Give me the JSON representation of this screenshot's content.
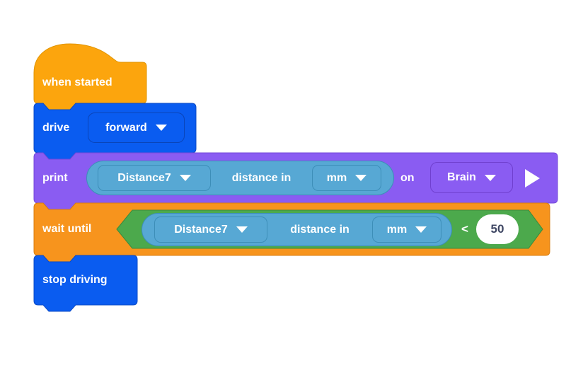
{
  "workspace": {
    "background": "#ffffff"
  },
  "palette": {
    "event_fill": "#FCA50D",
    "event_stroke": "#E09400",
    "drivetrain_fill": "#0A5CF0",
    "drivetrain_stroke": "#0A4AC6",
    "drivetrain_field_stroke": "#0A44B8",
    "looks_fill": "#8A5CF2",
    "looks_stroke": "#7448D8",
    "control_fill": "#F7941D",
    "control_stroke": "#D87D10",
    "sensing_fill": "#57A8D4",
    "sensing_stroke": "#3D8EB8",
    "operator_fill": "#4CA94C",
    "operator_stroke": "#3C8A3C",
    "value_bg": "#FFFFFF",
    "value_text": "#3E4663"
  },
  "icons": {
    "dropdown_caret": "triangle-down-icon",
    "expand_button": "triangle-right-icon"
  },
  "script": {
    "when_started": {
      "label": "when started"
    },
    "drive": {
      "label": "drive",
      "direction": "forward"
    },
    "print": {
      "label": "print",
      "on_label": "on",
      "device": "Brain",
      "reporter": {
        "sensor": "Distance7",
        "label": "distance in",
        "unit": "mm"
      }
    },
    "wait_until": {
      "label": "wait until",
      "operator": "<",
      "value": "50",
      "reporter": {
        "sensor": "Distance7",
        "label": "distance in",
        "unit": "mm"
      }
    },
    "stop_driving": {
      "label": "stop driving"
    }
  }
}
